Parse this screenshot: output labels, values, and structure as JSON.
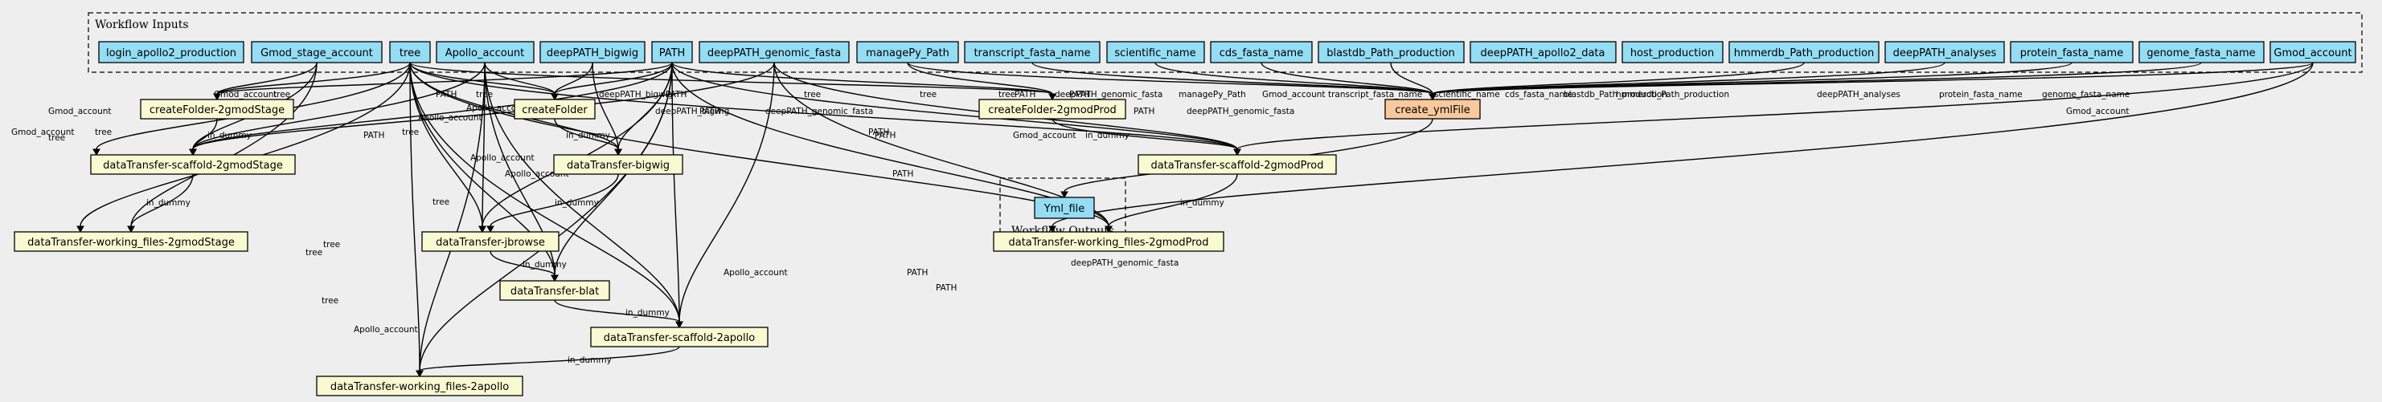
{
  "clusters": {
    "inputs": "Workflow Inputs",
    "outputs": "Workflow Outputs"
  },
  "colors": {
    "background": "#eeeeee",
    "input_node": "#94ddf4",
    "step_node": "#fafad2",
    "main_step_node": "#f8c99c"
  },
  "nodes": {
    "login_apollo2_production": "login_apollo2_production",
    "Gmod_stage_account": "Gmod_stage_account",
    "tree": "tree",
    "Apollo_account": "Apollo_account",
    "deepPATH_bigwig": "deepPATH_bigwig",
    "PATH": "PATH",
    "deepPATH_genomic_fasta": "deepPATH_genomic_fasta",
    "managePy_Path": "managePy_Path",
    "transcript_fasta_name": "transcript_fasta_name",
    "scientific_name": "scientific_name",
    "cds_fasta_name": "cds_fasta_name",
    "blastdb_Path_production": "blastdb_Path_production",
    "deepPATH_apollo2_data": "deepPATH_apollo2_data",
    "host_production": "host_production",
    "hmmerdb_Path_production": "hmmerdb_Path_production",
    "deepPATH_analyses": "deepPATH_analyses",
    "protein_fasta_name": "protein_fasta_name",
    "genome_fasta_name": "genome_fasta_name",
    "Gmod_account": "Gmod_account",
    "createFolder_2gmodStage": "createFolder-2gmodStage",
    "createFolder": "createFolder",
    "createFolder_2gmodProd": "createFolder-2gmodProd",
    "create_ymlFile": "create_ymlFile",
    "dataTransfer_scaffold_2gmodStage": "dataTransfer-scaffold-2gmodStage",
    "dataTransfer_bigwig": "dataTransfer-bigwig",
    "dataTransfer_scaffold_2gmodProd": "dataTransfer-scaffold-2gmodProd",
    "Yml_file": "Yml_file",
    "dataTransfer_working_files_2gmodStage": "dataTransfer-working_files-2gmodStage",
    "dataTransfer_jbrowse": "dataTransfer-jbrowse",
    "dataTransfer_working_files_2gmodProd": "dataTransfer-working_files-2gmodProd",
    "dataTransfer_blat": "dataTransfer-blat",
    "dataTransfer_scaffold_2apollo": "dataTransfer-scaffold-2apollo",
    "dataTransfer_working_files_2apollo": "dataTransfer-working_files-2apollo"
  },
  "edge_labels": {
    "gmod_account": "Gmod_account",
    "tree": "tree",
    "path": "PATH",
    "apollo_account": "Apollo_account",
    "deeppath_bigwig": "deepPATH_bigwig",
    "deeppath_genomic_fasta": "deepPATH_genomic_fasta",
    "managepy_path": "managePy_Path",
    "transcript_fasta_name": "transcript_fasta_name",
    "scientific_name": "scientific_name",
    "cds_fasta_name": "cds_fasta_name",
    "blastdb_path_production": "blastdb_Path_production",
    "hmmerdb_path_production": "hmmerdb_Path_production",
    "deeppath_analyses": "deepPATH_analyses",
    "protein_fasta_name": "protein_fasta_name",
    "genome_fasta_name": "genome_fasta_name",
    "in_dummy": "in_dummy"
  }
}
